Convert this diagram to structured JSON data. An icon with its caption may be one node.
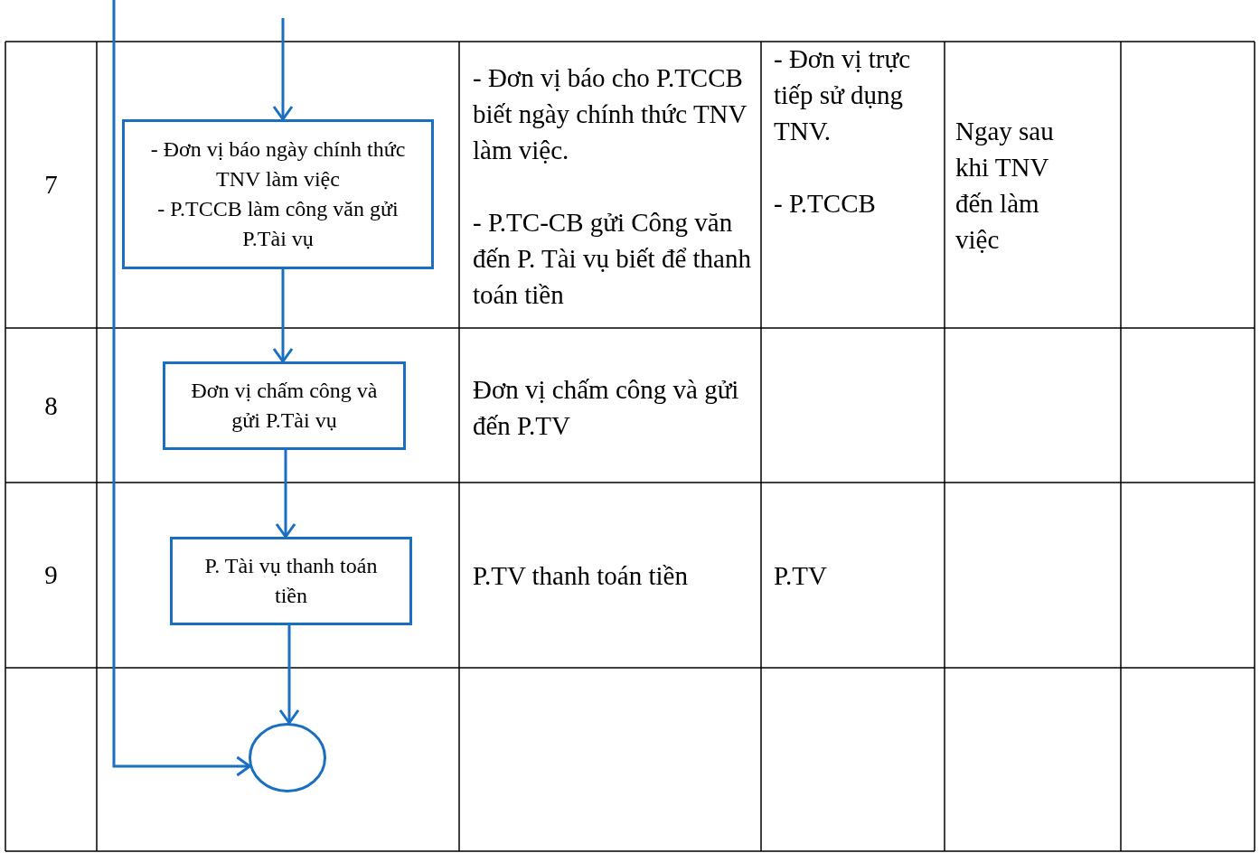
{
  "diagram": {
    "nodes": [
      {
        "text": [
          "- Đơn vị báo ngày chính thức TNV làm việc",
          "- P.TCCB làm công văn gửi P.Tài vụ"
        ]
      },
      {
        "text": [
          "Đơn vị chấm công và gửi P.Tài vụ"
        ]
      },
      {
        "text": [
          "P. Tài vụ thanh toán tiền"
        ]
      },
      {
        "text": [],
        "shape": "circle"
      }
    ],
    "edges": [
      {
        "from": null,
        "to": 0,
        "arrow": "to"
      },
      {
        "from": 0,
        "to": 1,
        "arrow": "to"
      },
      {
        "from": 1,
        "to": 2,
        "arrow": "to"
      },
      {
        "from": 2,
        "to": 3,
        "arrow": "to"
      },
      {
        "from": null,
        "to": 3,
        "arrow": "to"
      }
    ],
    "labels": [
      "7",
      "- Đơn vị báo cho P.TCCB biết ngày chính thức TNV làm việc.",
      "- P.TC-CB gửi Công văn đến P. Tài vụ biết để thanh toán tiền",
      "- Đơn vị trực tiếp sử dụng TNV.",
      "- P.TCCB",
      "Ngay sau khi TNV đến làm việc",
      "8",
      "Đơn vị chấm công và gửi đến P.TV",
      "9",
      "P.TV thanh toán tiền",
      "P.TV"
    ]
  }
}
